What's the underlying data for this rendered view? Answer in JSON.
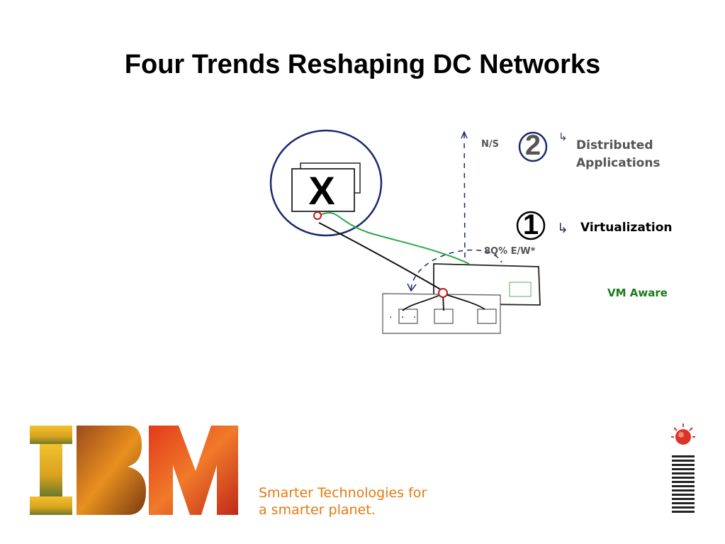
{
  "title": "Four Trends Reshaping DC Networks",
  "diagram": {
    "ns_label": "N/S",
    "ew_label": "8Q% E/W*",
    "trend_2_number": "2",
    "trend_2_label_line1": "Distributed",
    "trend_2_label_line2": "Applications",
    "trend_1_number": "1",
    "trend_1_label": "Virtualization",
    "vm_aware_label": "VM Aware",
    "server_mark": "X",
    "hook_arrow": "↳",
    "dots": ". . ."
  },
  "footer": {
    "tagline_line1": "Smarter Technologies for",
    "tagline_line2": "a smarter planet.",
    "logo_text": "IBM"
  },
  "colors": {
    "green_link": "#2aa84a",
    "vm_aware": "#1a7a1a",
    "ibm_orange": "#e8780d",
    "ring": "#1c2a6e"
  }
}
